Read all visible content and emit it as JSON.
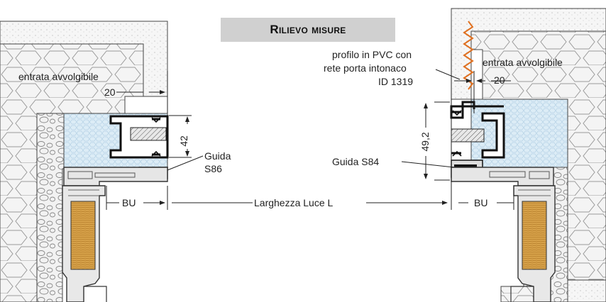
{
  "title": "Rilievo misure",
  "left": {
    "entrata_label": "entrata avvolgibile",
    "entrata_value": "20",
    "height_value": "42",
    "guide_line1": "Guida",
    "guide_line2": "S86",
    "bu_label": "BU"
  },
  "right": {
    "profile_line1": "profilo in PVC con",
    "profile_line2": "rete porta intonaco",
    "profile_line3": "ID 1319",
    "entrata_label": "entrata avvolgibile",
    "entrata_value": "20",
    "height_value": "49,2",
    "guide_label": "Guida S84",
    "bu_label": "BU"
  },
  "center_label": "Larghezza Luce L"
}
